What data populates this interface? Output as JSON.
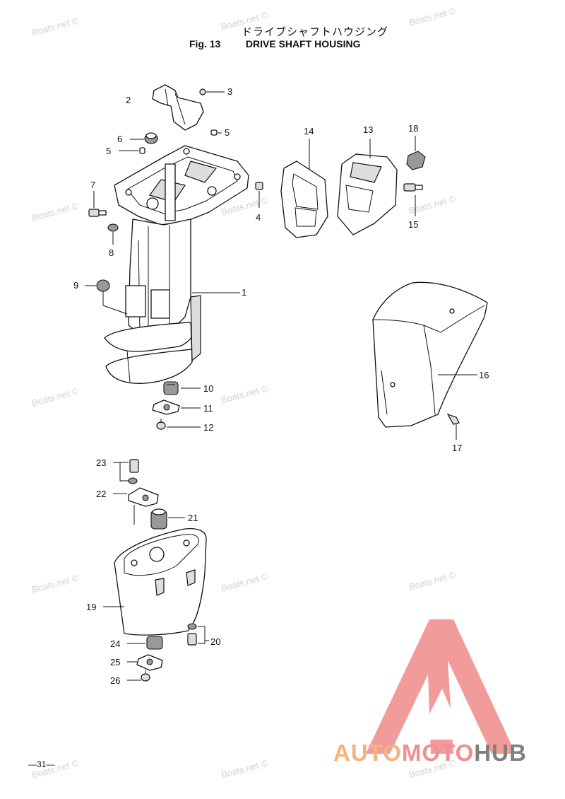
{
  "header": {
    "title_jp": "ドライブシャフトハウジング",
    "fig_label": "Fig. 13",
    "title_en": "DRIVE SHAFT HOUSING"
  },
  "parts": [
    {
      "id": "1",
      "label": "1"
    },
    {
      "id": "2",
      "label": "2"
    },
    {
      "id": "3",
      "label": "3"
    },
    {
      "id": "4",
      "label": "4"
    },
    {
      "id": "5a",
      "label": "5"
    },
    {
      "id": "5b",
      "label": "5"
    },
    {
      "id": "6",
      "label": "6"
    },
    {
      "id": "7",
      "label": "7"
    },
    {
      "id": "8",
      "label": "8"
    },
    {
      "id": "9",
      "label": "9"
    },
    {
      "id": "10",
      "label": "10"
    },
    {
      "id": "11",
      "label": "11"
    },
    {
      "id": "12",
      "label": "12"
    },
    {
      "id": "13",
      "label": "13"
    },
    {
      "id": "14",
      "label": "14"
    },
    {
      "id": "15",
      "label": "15"
    },
    {
      "id": "16",
      "label": "16"
    },
    {
      "id": "17",
      "label": "17"
    },
    {
      "id": "18",
      "label": "18"
    },
    {
      "id": "19",
      "label": "19"
    },
    {
      "id": "20",
      "label": "20"
    },
    {
      "id": "21",
      "label": "21"
    },
    {
      "id": "22",
      "label": "22"
    },
    {
      "id": "23",
      "label": "23"
    },
    {
      "id": "24",
      "label": "24"
    },
    {
      "id": "25",
      "label": "25"
    },
    {
      "id": "26",
      "label": "26"
    }
  ],
  "watermark": "Boats.net ©",
  "footer": {
    "page": "—31—"
  },
  "logo": {
    "part1": "AUTO",
    "part2": "MOTO",
    "part3": "HUB",
    "colors": {
      "auto": "#f2b37e",
      "moto": "#ef8f8f",
      "hub": "#7f7f7f",
      "triangle": "#f08a8a"
    }
  }
}
